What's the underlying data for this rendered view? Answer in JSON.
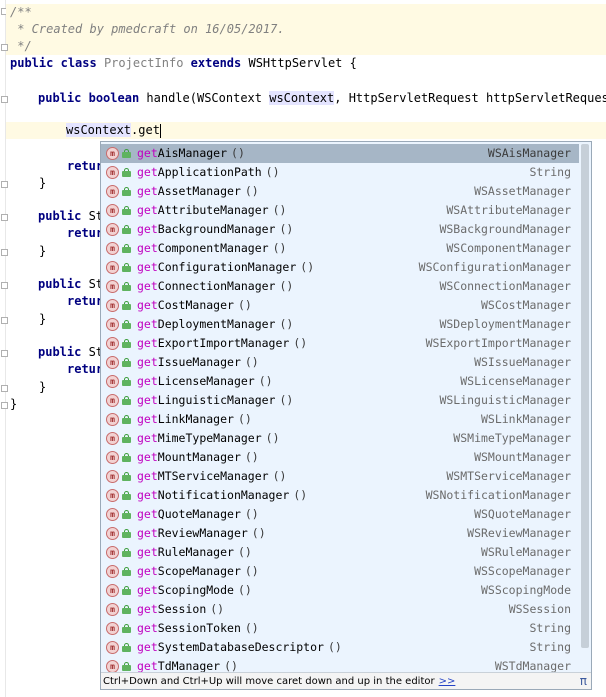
{
  "editor": {
    "comment_open": "/**",
    "comment_body": " * Created by pmedcraft on 16/05/2017.",
    "comment_close": " */",
    "class_kw1": "public",
    "class_kw2": "class",
    "class_name": "ProjectInfo",
    "class_kw3": "extends",
    "class_super": "WSHttpServlet {",
    "method_kw1": "public",
    "method_kw2": "boolean",
    "method_sig_a": " handle(WSContext ",
    "method_param": "wsContext",
    "method_sig_b": ", HttpServletRequest httpServletRequest,",
    "typed_obj": "wsContext",
    "typed_rest": ".get",
    "return_kw": "retur",
    "brace_close": "}",
    "public_st_kw": "public",
    "public_st_rest": " St"
  },
  "completion": {
    "items": [
      {
        "match": "get",
        "rest": "AisManager",
        "sig": "()",
        "type": "WSAisManager"
      },
      {
        "match": "get",
        "rest": "ApplicationPath",
        "sig": "()",
        "type": "String"
      },
      {
        "match": "get",
        "rest": "AssetManager",
        "sig": "()",
        "type": "WSAssetManager"
      },
      {
        "match": "get",
        "rest": "AttributeManager",
        "sig": "()",
        "type": "WSAttributeManager"
      },
      {
        "match": "get",
        "rest": "BackgroundManager",
        "sig": "()",
        "type": "WSBackgroundManager"
      },
      {
        "match": "get",
        "rest": "ComponentManager",
        "sig": "()",
        "type": "WSComponentManager"
      },
      {
        "match": "get",
        "rest": "ConfigurationManager",
        "sig": "()",
        "type": "WSConfigurationManager"
      },
      {
        "match": "get",
        "rest": "ConnectionManager",
        "sig": "()",
        "type": "WSConnectionManager"
      },
      {
        "match": "get",
        "rest": "CostManager",
        "sig": "()",
        "type": "WSCostManager"
      },
      {
        "match": "get",
        "rest": "DeploymentManager",
        "sig": "()",
        "type": "WSDeploymentManager"
      },
      {
        "match": "get",
        "rest": "ExportImportManager",
        "sig": "()",
        "type": "WSExportImportManager"
      },
      {
        "match": "get",
        "rest": "IssueManager",
        "sig": "()",
        "type": "WSIssueManager"
      },
      {
        "match": "get",
        "rest": "LicenseManager",
        "sig": "()",
        "type": "WSLicenseManager"
      },
      {
        "match": "get",
        "rest": "LinguisticManager",
        "sig": "()",
        "type": "WSLinguisticManager"
      },
      {
        "match": "get",
        "rest": "LinkManager",
        "sig": "()",
        "type": "WSLinkManager"
      },
      {
        "match": "get",
        "rest": "MimeTypeManager",
        "sig": "()",
        "type": "WSMimeTypeManager"
      },
      {
        "match": "get",
        "rest": "MountManager",
        "sig": "()",
        "type": "WSMountManager"
      },
      {
        "match": "get",
        "rest": "MTServiceManager",
        "sig": "()",
        "type": "WSMTServiceManager"
      },
      {
        "match": "get",
        "rest": "NotificationManager",
        "sig": "()",
        "type": "WSNotificationManager"
      },
      {
        "match": "get",
        "rest": "QuoteManager",
        "sig": "()",
        "type": "WSQuoteManager"
      },
      {
        "match": "get",
        "rest": "ReviewManager",
        "sig": "()",
        "type": "WSReviewManager"
      },
      {
        "match": "get",
        "rest": "RuleManager",
        "sig": "()",
        "type": "WSRuleManager"
      },
      {
        "match": "get",
        "rest": "ScopeManager",
        "sig": "()",
        "type": "WSScopeManager"
      },
      {
        "match": "get",
        "rest": "ScopingMode",
        "sig": "()",
        "type": "WSScopingMode"
      },
      {
        "match": "get",
        "rest": "Session",
        "sig": "()",
        "type": "WSSession"
      },
      {
        "match": "get",
        "rest": "SessionToken",
        "sig": "()",
        "type": "String"
      },
      {
        "match": "get",
        "rest": "SystemDatabaseDescriptor",
        "sig": "()",
        "type": "String"
      },
      {
        "match": "get",
        "rest": "TdManager",
        "sig": "()",
        "type": "WSTdManager"
      }
    ],
    "hint_text": "Ctrl+Down and Ctrl+Up will move caret down and up in the editor",
    "hint_more": ">>",
    "pi_glyph": "π"
  }
}
